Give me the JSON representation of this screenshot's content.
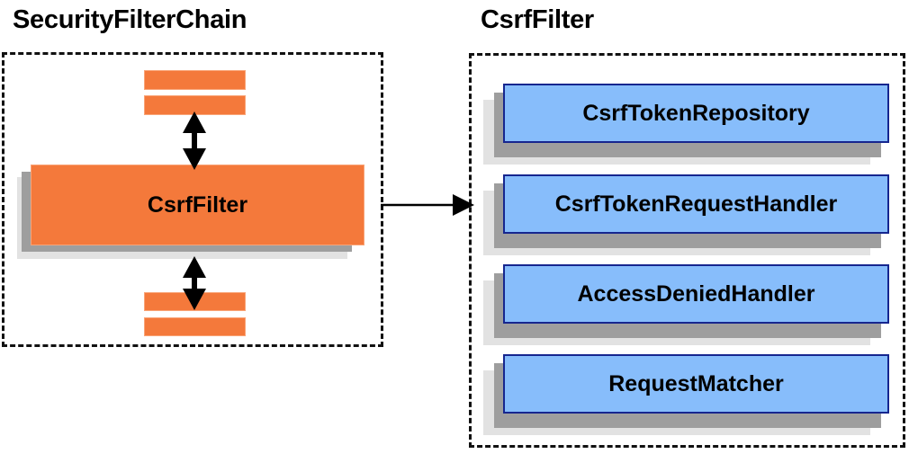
{
  "diagram": {
    "title_left": "SecurityFilterChain",
    "title_right": "CsrfFilter",
    "accent_orange": "#f4793b",
    "accent_blue": "#87bdfb",
    "blue_border": "#16268f",
    "shadow_mid": "#9e9e9e",
    "shadow_back": "#e2e2e2",
    "outline": "#111111"
  },
  "chain_panel": {
    "title": "SecurityFilterChain",
    "bars_top": [
      {
        "name": "filter-bar-top-1"
      },
      {
        "name": "filter-bar-top-2"
      }
    ],
    "main_filter": {
      "label": "CsrfFilter"
    },
    "bars_bottom": [
      {
        "name": "filter-bar-bottom-1"
      },
      {
        "name": "filter-bar-bottom-2"
      }
    ],
    "connectors": [
      {
        "name": "double-arrow-up",
        "kind": "double-headed-vertical-arrow"
      },
      {
        "name": "double-arrow-down",
        "kind": "double-headed-vertical-arrow"
      }
    ]
  },
  "filter_panel": {
    "title": "CsrfFilter",
    "collaborators": [
      {
        "label": "CsrfTokenRepository"
      },
      {
        "label": "CsrfTokenRequestHandler"
      },
      {
        "label": "AccessDeniedHandler"
      },
      {
        "label": "RequestMatcher"
      }
    ]
  },
  "link_arrow": {
    "name": "chain-to-filter-arrow",
    "kind": "single-headed-horizontal-arrow"
  }
}
